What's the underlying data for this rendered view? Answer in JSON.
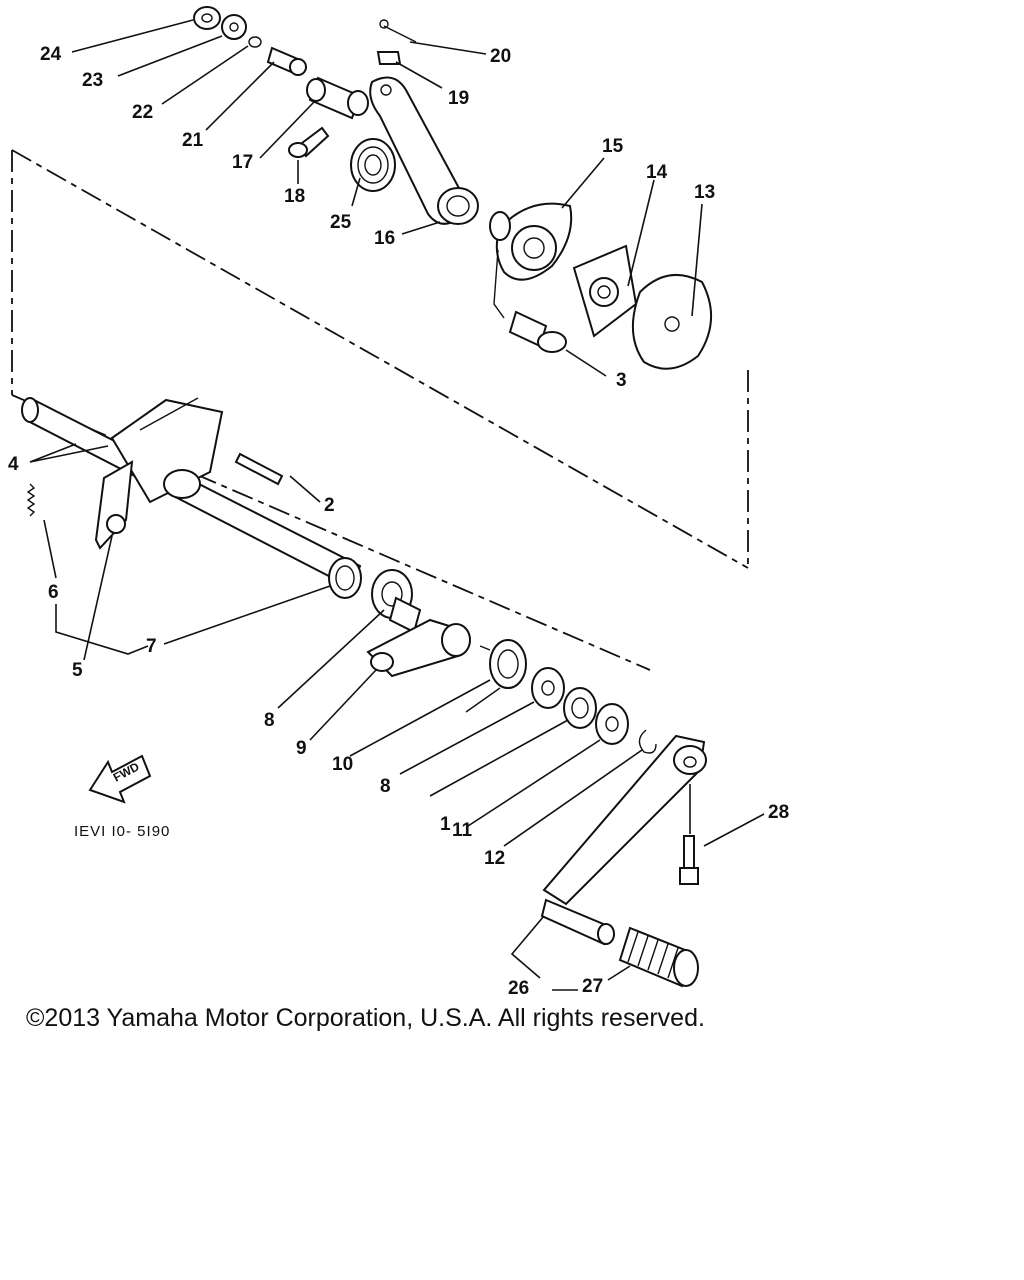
{
  "diagram": {
    "callouts": [
      "1",
      "2",
      "3",
      "4",
      "5",
      "6",
      "7",
      "8",
      "9",
      "10",
      "8",
      "11",
      "12",
      "13",
      "14",
      "15",
      "16",
      "17",
      "18",
      "19",
      "20",
      "21",
      "22",
      "23",
      "24",
      "25",
      "26",
      "27",
      "28"
    ],
    "fwd_label": "FWD",
    "drawing_code": "IEVI I0- 5I90"
  },
  "footer": {
    "copyright": "©2013 Yamaha Motor Corporation, U.S.A. All rights reserved."
  }
}
